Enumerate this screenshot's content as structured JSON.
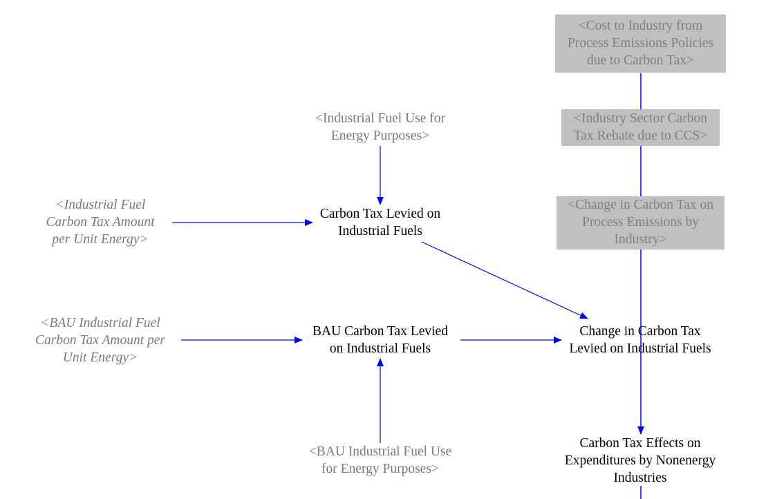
{
  "colors": {
    "arrow": "#0000ff",
    "variable_text": "#000000",
    "shadow_text": "#7a7a7a",
    "box_fill": "#c0c0c0",
    "box_text": "#808080"
  },
  "nodes": {
    "cost_to_industry": {
      "lines": [
        "<Cost to Industry from",
        "Process Emissions Policies",
        "due to Carbon Tax>"
      ]
    },
    "industry_rebate_ccs": {
      "lines": [
        "<Industry Sector Carbon",
        "Tax Rebate due to CCS>"
      ]
    },
    "change_process_emissions": {
      "lines": [
        "<Change in Carbon Tax on",
        "Process Emissions by",
        "Industry>"
      ]
    },
    "industrial_fuel_use": {
      "lines": [
        "<Industrial Fuel Use for",
        "Energy Purposes>"
      ]
    },
    "fuel_tax_amount": {
      "lines": [
        "<Industrial Fuel",
        "Carbon Tax Amount",
        "per Unit Energy>"
      ]
    },
    "carbon_tax_levied": {
      "lines": [
        "Carbon Tax Levied on",
        "Industrial Fuels"
      ]
    },
    "bau_fuel_tax_amount": {
      "lines": [
        "<BAU Industrial Fuel",
        "Carbon Tax Amount per",
        "Unit Energy>"
      ]
    },
    "bau_carbon_tax_levied": {
      "lines": [
        "BAU Carbon Tax Levied",
        "on Industrial Fuels"
      ]
    },
    "change_carbon_tax_levied": {
      "lines": [
        "Change in Carbon Tax",
        "Levied on Industrial Fuels"
      ]
    },
    "bau_fuel_use": {
      "lines": [
        "<BAU Industrial Fuel Use",
        "for Energy Purposes>"
      ]
    },
    "carbon_tax_effects": {
      "lines": [
        "Carbon Tax Effects on",
        "Expenditures by Nonenergy",
        "Industries"
      ]
    }
  }
}
